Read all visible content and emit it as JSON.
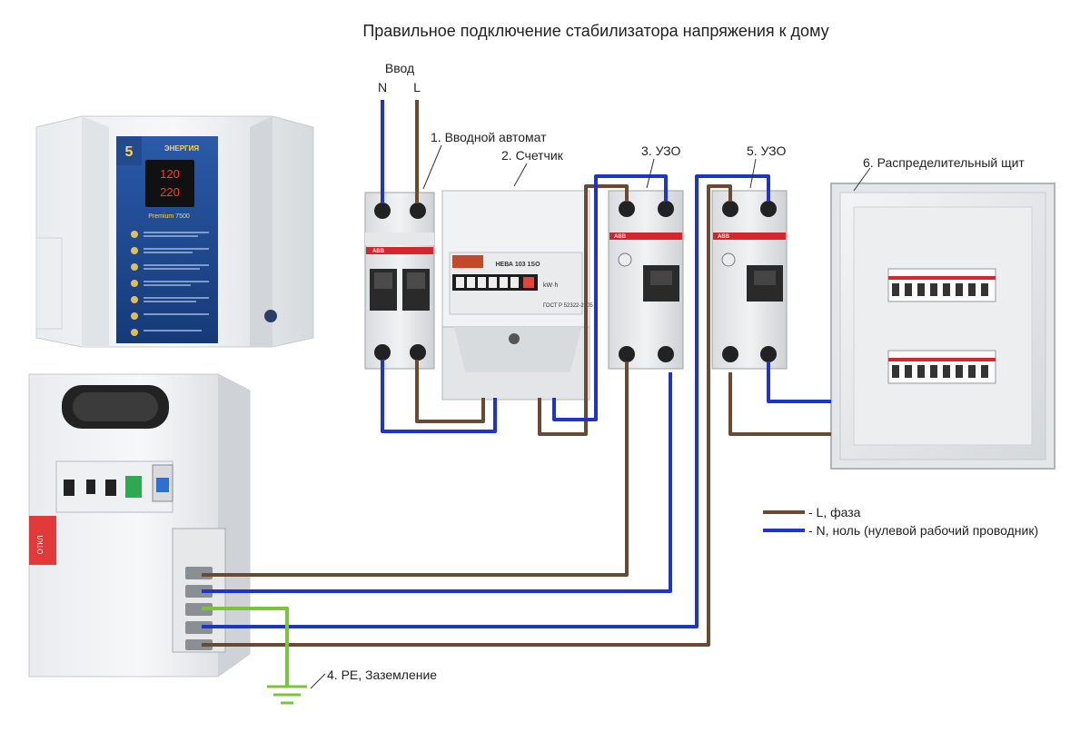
{
  "title": "Правильное подключение стабилизатора напряжения к дому",
  "input": {
    "label": "Ввод",
    "n": "N",
    "l": "L"
  },
  "callouts": {
    "breaker": "1. Вводной автомат",
    "meter": "2. Счетчик",
    "rcd1": "3. УЗО",
    "ground": "4. PE, Заземление",
    "rcd2": "5. УЗО",
    "panel": "6. Распределительный щит"
  },
  "legend": {
    "phase": "- L, фаза",
    "neutral": "- N, ноль (нулевой рабочий проводник)"
  },
  "devices": {
    "breaker_brand": "ABB",
    "rcd_brand": "ABB",
    "meter_model": "НЕВА 103 1SO",
    "meter_unit": "kW·h",
    "meter_spec": "ГОСТ Р 52322-2005",
    "stabilizer_brand": "ЭНЕРГИЯ",
    "stabilizer_model": "Premium 7500",
    "stabilizer_badge": "5",
    "display_in": "120",
    "display_out": "220",
    "label_sticker": "ОТКЛ"
  },
  "colors": {
    "phase": "#6b4a32",
    "neutral": "#1f35c8",
    "ground": "#79c43a",
    "background": "#ffffff",
    "text": "#222222"
  }
}
